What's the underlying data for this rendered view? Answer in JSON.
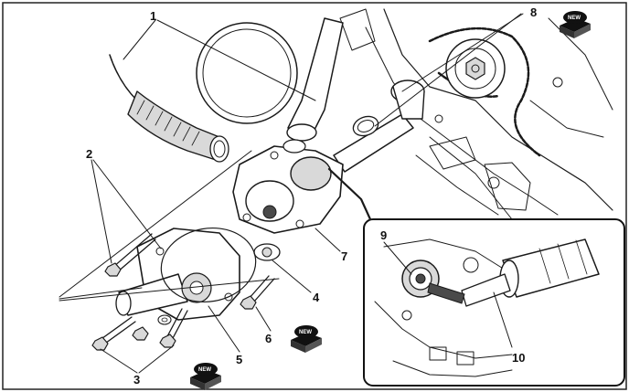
{
  "callouts": {
    "c1": "1",
    "c2": "2",
    "c3": "3",
    "c4": "4",
    "c5": "5",
    "c6": "6",
    "c7": "7",
    "c8": "8",
    "c9": "9",
    "c10": "10"
  },
  "stamps": {
    "new_label": "NEW"
  }
}
